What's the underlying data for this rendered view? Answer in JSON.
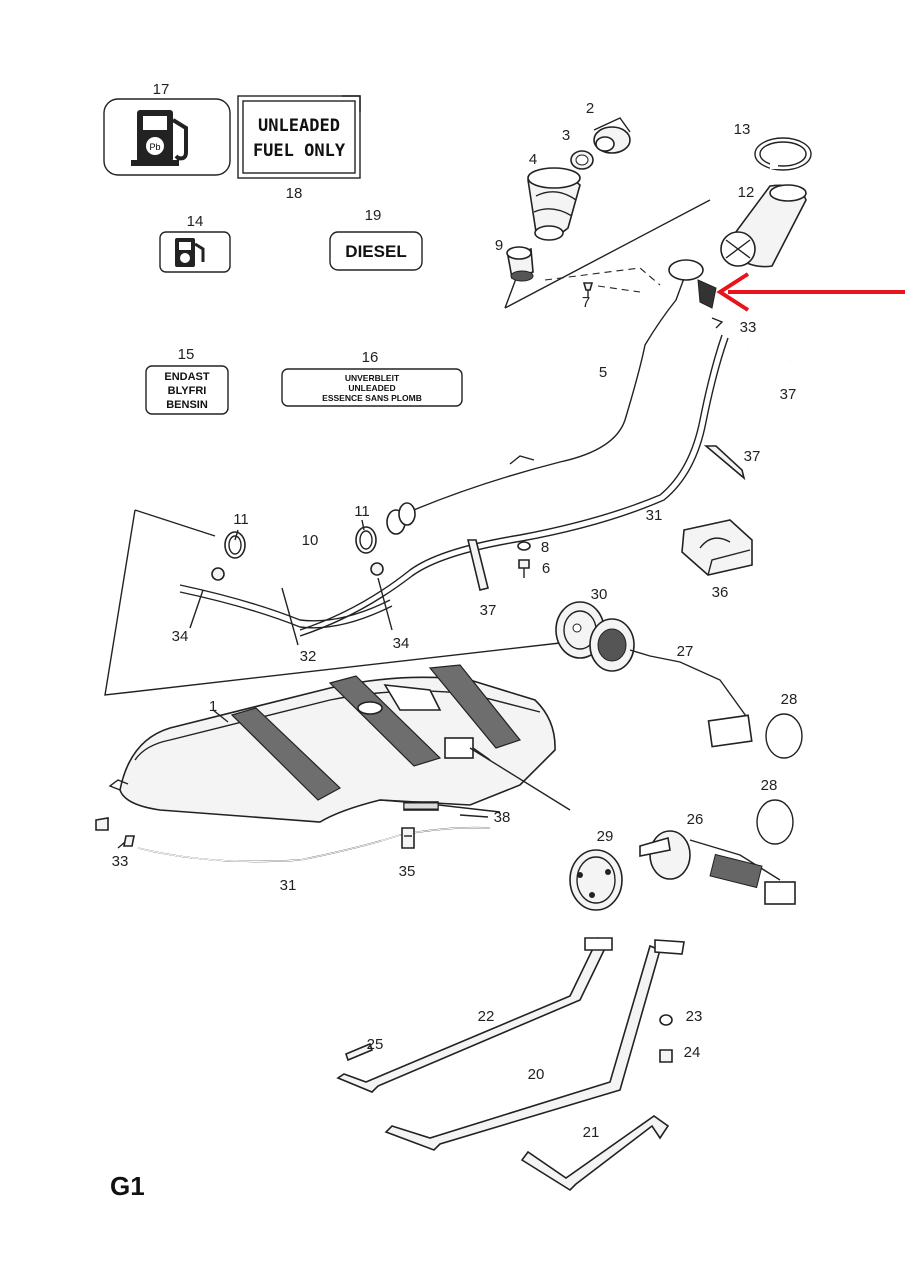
{
  "page": {
    "code": "G1"
  },
  "labels": {
    "unleaded_fuel_only": [
      "UNLEADED",
      "FUEL ONLY"
    ],
    "diesel": "DIESEL",
    "endast": [
      "ENDAST",
      "BLYFRI",
      "BENSIN"
    ],
    "unverbleit": [
      "UNVERBLEIT",
      "UNLEADED",
      "ESSENCE SANS PLOMB"
    ]
  },
  "callouts": {
    "n1": "1",
    "n2": "2",
    "n3": "3",
    "n4": "4",
    "n5": "5",
    "n6": "6",
    "n7": "7",
    "n8": "8",
    "n9": "9",
    "n10": "10",
    "n11a": "11",
    "n11b": "11",
    "n12": "12",
    "n13": "13",
    "n14": "14",
    "n15": "15",
    "n16": "16",
    "n17": "17",
    "n18": "18",
    "n19": "19",
    "n20": "20",
    "n21": "21",
    "n22": "22",
    "n23": "23",
    "n24": "24",
    "n25": "25",
    "n26": "26",
    "n27": "27",
    "n28a": "28",
    "n28b": "28",
    "n29": "29",
    "n30": "30",
    "n31a": "31",
    "n31b": "31",
    "n32": "32",
    "n33a": "33",
    "n33b": "33",
    "n34a": "34",
    "n34b": "34",
    "n35": "35",
    "n36": "36",
    "n37a": "37",
    "n37b": "37",
    "n37c": "37",
    "n38": "38"
  },
  "colors": {
    "highlight_arrow": "#e8141c",
    "ink": "#222222",
    "paper": "#ffffff"
  }
}
